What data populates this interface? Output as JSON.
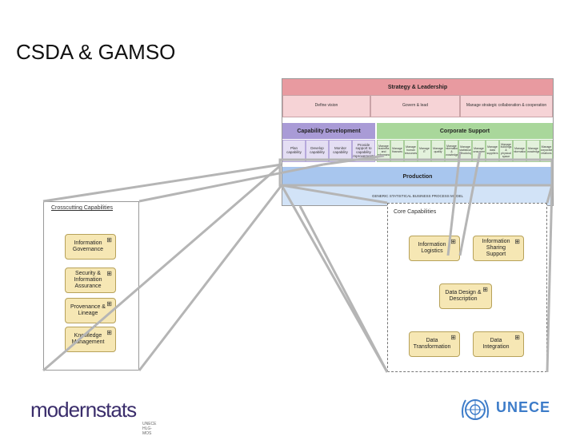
{
  "title": "CSDA & GAMSO",
  "gamso": {
    "strategy": "Strategy & Leadership",
    "strategy_cells": [
      "Define vision",
      "Govern & lead",
      "Manage strategic collaboration & cooperation"
    ],
    "capability": "Capability Development",
    "corporate": "Corporate Support",
    "capability_cells": [
      "Plan capability",
      "Develop capability",
      "Monitor capability",
      "Provide support to capability improvements"
    ],
    "corporate_cells": [
      "Manage business and performance",
      "Manage finances",
      "Manage human resources",
      "Manage IT",
      "Manage quality",
      "Manage information & knowledge",
      "Manage statistical methodology",
      "Manage consumers",
      "Manage data suppliers",
      "Manage buildings & physical space",
      "Manage information",
      "Manage knowledge",
      "Manage corporate relations"
    ],
    "production": "Production",
    "production_sub": "GENERIC STATISTICAL BUSINESS PROCESS MODEL"
  },
  "crosscutting": {
    "label": "Crosscutting Capabilities",
    "items": [
      "Information Governance",
      "Security & Information Assurance",
      "Provenance & Lineage",
      "Knowledge Management"
    ]
  },
  "core": {
    "label": "Core Capabilities",
    "items": [
      "Information Logistics",
      "Information Sharing Support",
      "Data Design & Description",
      "Data Transformation",
      "Data Integration"
    ]
  },
  "footer": {
    "modernstats": "modernstats",
    "modernstats_sub": "UNECE HLG-MOS",
    "unece": "UNECE"
  },
  "colors": {
    "strategy_header": "#e89aa0",
    "strategy_row": "#f6d3d6",
    "capability_header": "#a99bd6",
    "corporate_header": "#a9d79b",
    "production": "#a8c6ee",
    "cap_box": "#f6e7b4",
    "unece_blue": "#3d7cc9",
    "modernstats": "#3a2d6b"
  }
}
